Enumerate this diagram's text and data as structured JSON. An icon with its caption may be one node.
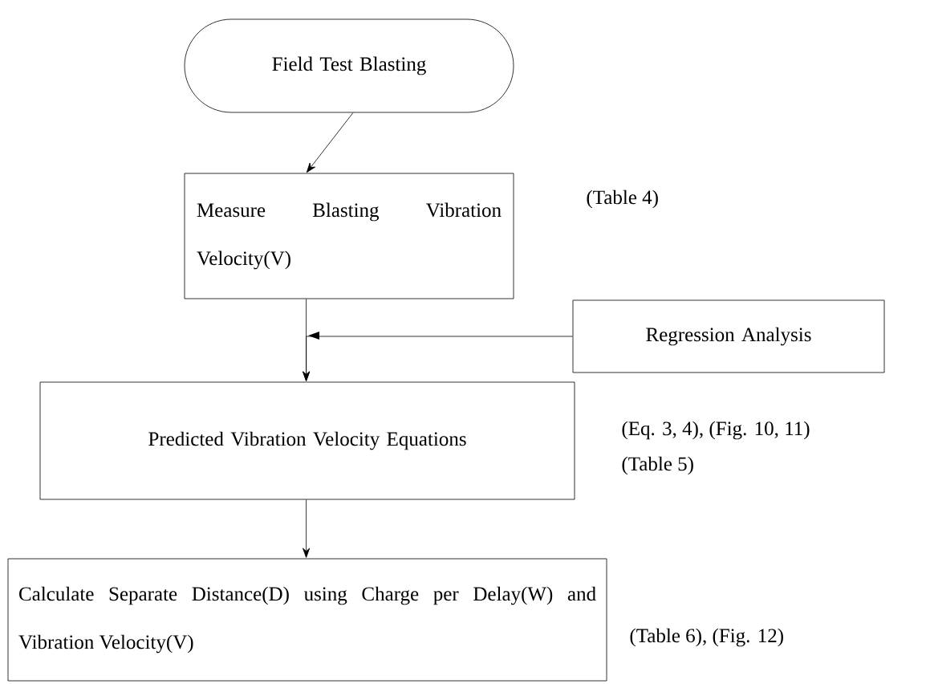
{
  "diagram": {
    "nodes": [
      {
        "text": [
          "Field Test Blasting"
        ]
      },
      {
        "text": [
          "Measure Blasting Vibration Velocity(V)"
        ],
        "beside": [
          "(Table 4)"
        ]
      },
      {
        "text": [
          "Regression Analysis"
        ]
      },
      {
        "text": [
          "Predicted Vibration Velocity Equations"
        ],
        "beside": [
          "(Eq. 3, 4), (Fig. 10, 11)",
          "(Table 5)"
        ]
      },
      {
        "text": [
          "Calculate Separate Distance(D) using Charge per Delay(W) and Vibration Velocity(V)"
        ],
        "beside": [
          "(Table 6), (Fig. 12)"
        ]
      }
    ],
    "edges": [
      {
        "from": 0,
        "to": 1,
        "arrow": "to"
      },
      {
        "from": 1,
        "to": 3,
        "arrow": "to"
      },
      {
        "from": 2,
        "to": 3,
        "arrow": "to"
      },
      {
        "from": 3,
        "to": 4,
        "arrow": "to"
      }
    ]
  }
}
